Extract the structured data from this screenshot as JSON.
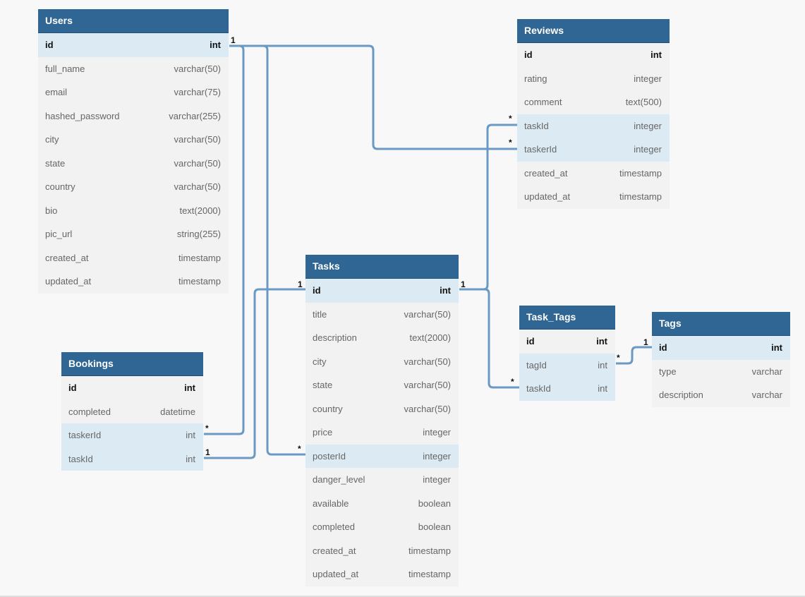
{
  "tables": [
    {
      "id": "users",
      "name": "Users",
      "columns": [
        {
          "name": "id",
          "type": "int",
          "pk": true,
          "hl": true
        },
        {
          "name": "full_name",
          "type": "varchar(50)"
        },
        {
          "name": "email",
          "type": "varchar(75)"
        },
        {
          "name": "hashed_password",
          "type": "varchar(255)"
        },
        {
          "name": "city",
          "type": "varchar(50)"
        },
        {
          "name": "state",
          "type": "varchar(50)"
        },
        {
          "name": "country",
          "type": "varchar(50)"
        },
        {
          "name": "bio",
          "type": "text(2000)"
        },
        {
          "name": "pic_url",
          "type": "string(255)"
        },
        {
          "name": "created_at",
          "type": "timestamp"
        },
        {
          "name": "updated_at",
          "type": "timestamp"
        }
      ]
    },
    {
      "id": "reviews",
      "name": "Reviews",
      "columns": [
        {
          "name": "id",
          "type": "int",
          "pk": true
        },
        {
          "name": "rating",
          "type": "integer"
        },
        {
          "name": "comment",
          "type": "text(500)"
        },
        {
          "name": "taskId",
          "type": "integer",
          "hl": true
        },
        {
          "name": "taskerId",
          "type": "integer",
          "hl": true
        },
        {
          "name": "created_at",
          "type": "timestamp"
        },
        {
          "name": "updated_at",
          "type": "timestamp"
        }
      ]
    },
    {
      "id": "tasks",
      "name": "Tasks",
      "columns": [
        {
          "name": "id",
          "type": "int",
          "pk": true,
          "hl": true
        },
        {
          "name": "title",
          "type": "varchar(50)"
        },
        {
          "name": "description",
          "type": "text(2000)"
        },
        {
          "name": "city",
          "type": "varchar(50)"
        },
        {
          "name": "state",
          "type": "varchar(50)"
        },
        {
          "name": "country",
          "type": "varchar(50)"
        },
        {
          "name": "price",
          "type": "integer"
        },
        {
          "name": "posterId",
          "type": "integer",
          "hl": true
        },
        {
          "name": "danger_level",
          "type": "integer"
        },
        {
          "name": "available",
          "type": "boolean"
        },
        {
          "name": "completed",
          "type": "boolean"
        },
        {
          "name": "created_at",
          "type": "timestamp"
        },
        {
          "name": "updated_at",
          "type": "timestamp"
        }
      ]
    },
    {
      "id": "bookings",
      "name": "Bookings",
      "columns": [
        {
          "name": "id",
          "type": "int",
          "pk": true
        },
        {
          "name": "completed",
          "type": "datetime"
        },
        {
          "name": "taskerId",
          "type": "int",
          "hl": true
        },
        {
          "name": "taskId",
          "type": "int",
          "hl": true
        }
      ]
    },
    {
      "id": "task_tags",
      "name": "Task_Tags",
      "columns": [
        {
          "name": "id",
          "type": "int",
          "pk": true
        },
        {
          "name": "tagId",
          "type": "int",
          "hl": true
        },
        {
          "name": "taskId",
          "type": "int",
          "hl": true
        }
      ]
    },
    {
      "id": "tags",
      "name": "Tags",
      "columns": [
        {
          "name": "id",
          "type": "int",
          "pk": true,
          "hl": true
        },
        {
          "name": "type",
          "type": "varchar"
        },
        {
          "name": "description",
          "type": "varchar"
        }
      ]
    }
  ],
  "relations": [
    {
      "from": "users.id",
      "to": "reviews.taskerId",
      "from_card": "1",
      "to_card": "*"
    },
    {
      "from": "users.id",
      "to": "bookings.taskerId",
      "from_card": "",
      "to_card": "*"
    },
    {
      "from": "users.id",
      "to": "tasks.posterId",
      "from_card": "",
      "to_card": "*"
    },
    {
      "from": "tasks.id",
      "to": "bookings.taskId",
      "from_card": "1",
      "to_card": "1"
    },
    {
      "from": "tasks.id",
      "to": "reviews.taskId",
      "from_card": "1",
      "to_card": "*"
    },
    {
      "from": "tasks.id",
      "to": "task_tags.taskId",
      "from_card": "",
      "to_card": "*"
    },
    {
      "from": "tags.id",
      "to": "task_tags.tagId",
      "from_card": "1",
      "to_card": "*"
    }
  ],
  "colors": {
    "header": "#306694",
    "link": "#6a9ac4",
    "row_highlight": "#dcebf3",
    "table_body": "#f2f2f2"
  }
}
